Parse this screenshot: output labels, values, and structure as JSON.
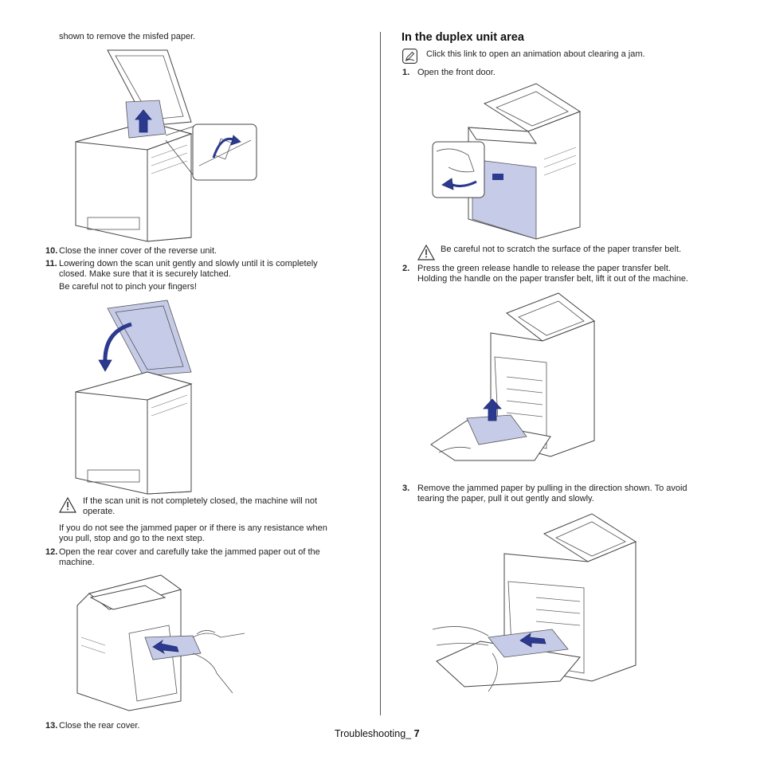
{
  "left": {
    "intro": "shown to remove the misfed paper.",
    "steps": [
      {
        "num": "10.",
        "text": "Close the inner cover of the reverse unit."
      },
      {
        "num": "11.",
        "text": "Lowering down the scan unit gently and slowly until it is completely",
        "text2": "closed. Make sure that it is securely latched.",
        "sub": "Be careful not to pinch your fingers!"
      },
      {
        "num": "12.",
        "text": "Open the rear cover and carefully take the jammed paper out of the",
        "text2": "machine."
      },
      {
        "num": "13.",
        "text": "Close the rear cover."
      }
    ],
    "caution": {
      "line1": "If the scan unit is not completely closed, the machine will not",
      "line2": "operate."
    },
    "note_line1": "If you do not see the jammed paper or if there is any resistance when",
    "note_line2": "you pull, stop and go to the next step."
  },
  "right": {
    "heading": "In the duplex unit area",
    "note": "Click this link to open an animation about clearing a jam.",
    "steps": [
      {
        "num": "1.",
        "text": "Open the front door."
      },
      {
        "num": "2.",
        "text": "Press the green release handle to release the paper transfer belt.",
        "text2": "Holding the handle on the paper transfer belt, lift it out of the machine."
      },
      {
        "num": "3.",
        "text": "Remove the jammed paper by pulling in the direction shown. To avoid",
        "text2": "tearing the paper, pull it out gently and slowly."
      }
    ],
    "caution": "Be careful not to scratch the surface of the paper transfer belt."
  },
  "footer": {
    "label": "Troubleshooting_ ",
    "page": "7"
  },
  "colors": {
    "accent_blue": "#2b3a8f",
    "paper_blue": "#c6cbe8"
  }
}
